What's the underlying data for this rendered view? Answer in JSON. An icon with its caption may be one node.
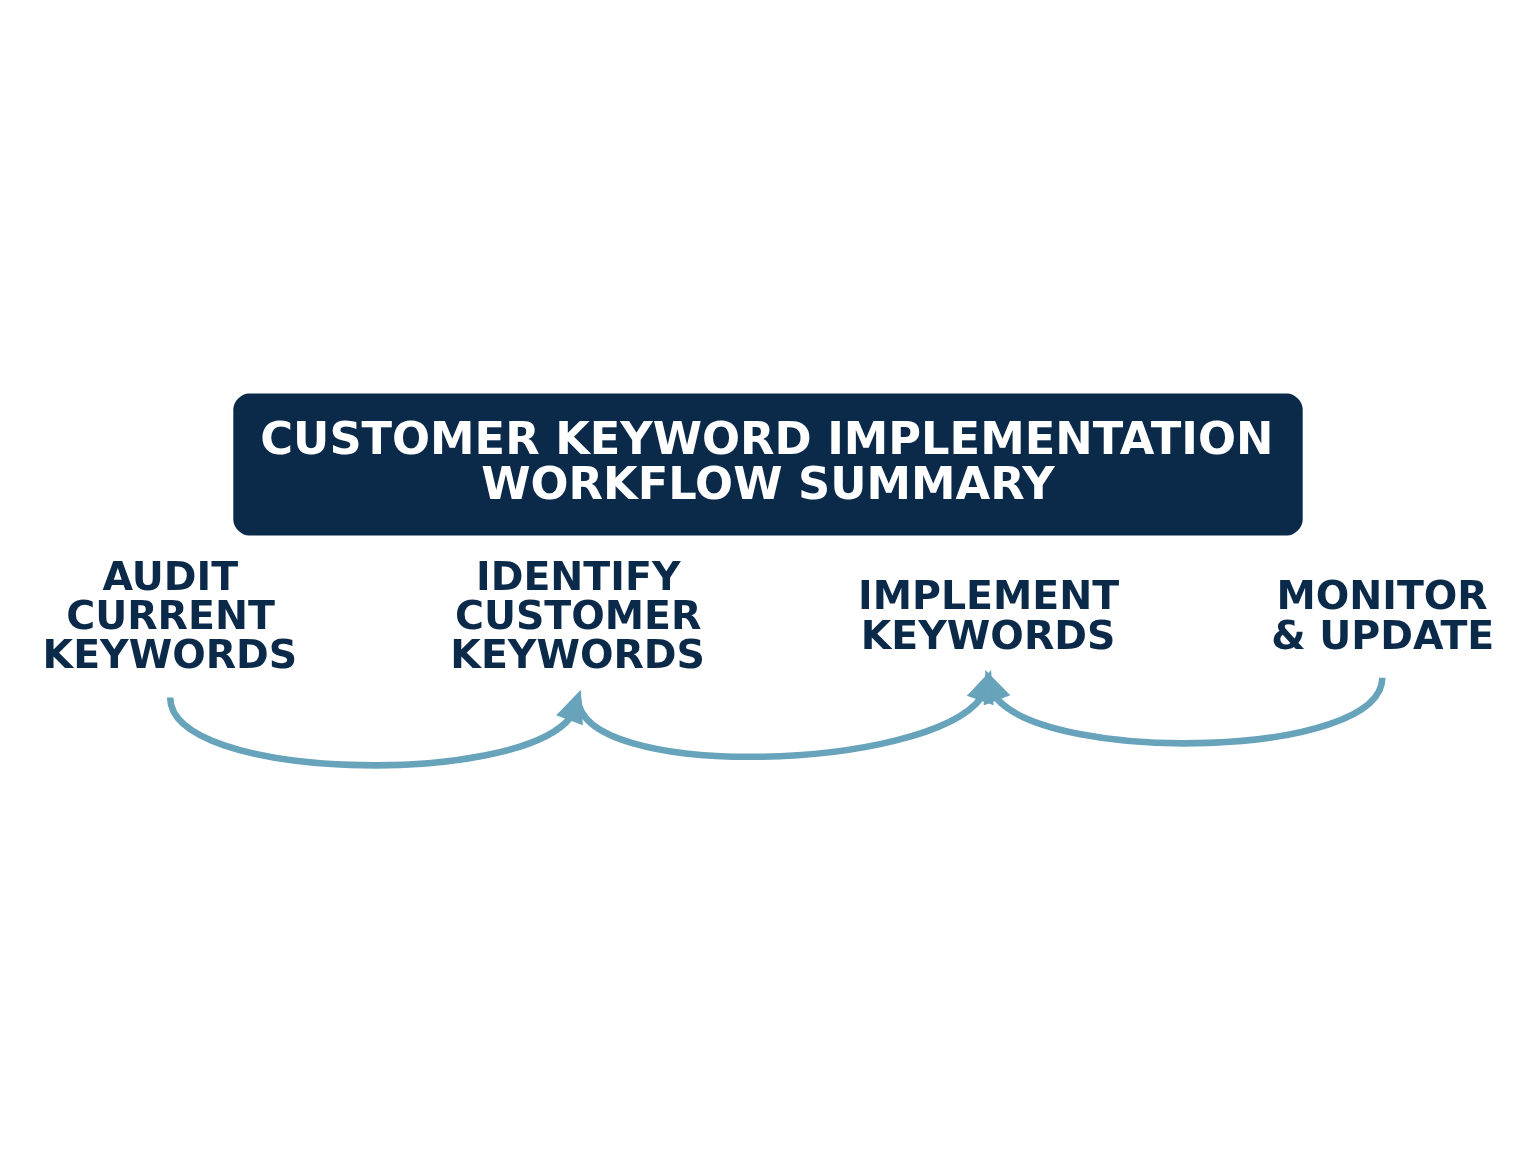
{
  "diagram": {
    "title": "CUSTOMER KEYWORD IMPLEMENTATION WORKFLOW SUMMARY",
    "nodes": [
      {
        "text": [
          "AUDIT CURRENT KEYWORDS"
        ]
      },
      {
        "text": [
          "IDENTIFY CUSTOMER KEYWORDS"
        ]
      },
      {
        "text": [
          "IMPLEMENT KEYWORDS"
        ]
      },
      {
        "text": [
          "MONITOR & UPDATE"
        ]
      }
    ],
    "edges": [
      {
        "from": 0,
        "to": 1,
        "arrow": "to"
      },
      {
        "from": 1,
        "to": 2,
        "arrow": "to"
      },
      {
        "from": 3,
        "to": 2,
        "arrow": "to"
      }
    ]
  }
}
